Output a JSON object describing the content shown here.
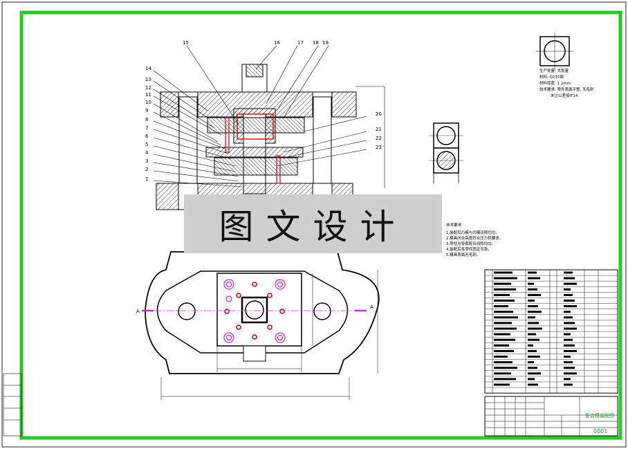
{
  "watermark": "图文设计",
  "part_numbers": [
    "1",
    "2",
    "3",
    "4",
    "5",
    "6",
    "7",
    "8",
    "9",
    "10",
    "11",
    "12",
    "13",
    "14",
    "15",
    "16",
    "17",
    "18",
    "19",
    "20",
    "21",
    "22",
    "23"
  ],
  "section_marker": "A",
  "material_note": {
    "line1": "生产批量: 大批量",
    "line2": "材料: Q235钢",
    "line3": "材料厚度: 1.2mm",
    "line4": "技术要求: 零件表面平整, 无毛刺",
    "line5": "未注公差按IT14"
  },
  "tech_requirements": {
    "title": "技术要求",
    "items": [
      "1.装配后凸模与凹模间隙均匀。",
      "2.模具闭合高度符合压力机要求。",
      "3.导柱与导套配合间隙均匀。",
      "4.装配后各零件固定可靠。",
      "5.模具表面无毛刺。"
    ]
  },
  "title_block": {
    "name": "复合模装配图",
    "drawing_no": "0001"
  },
  "colors": {
    "border": "#22cc22",
    "magenta": "#dd22dd",
    "hatch": "#000000",
    "watermark_bg": "#cfcfcf"
  }
}
